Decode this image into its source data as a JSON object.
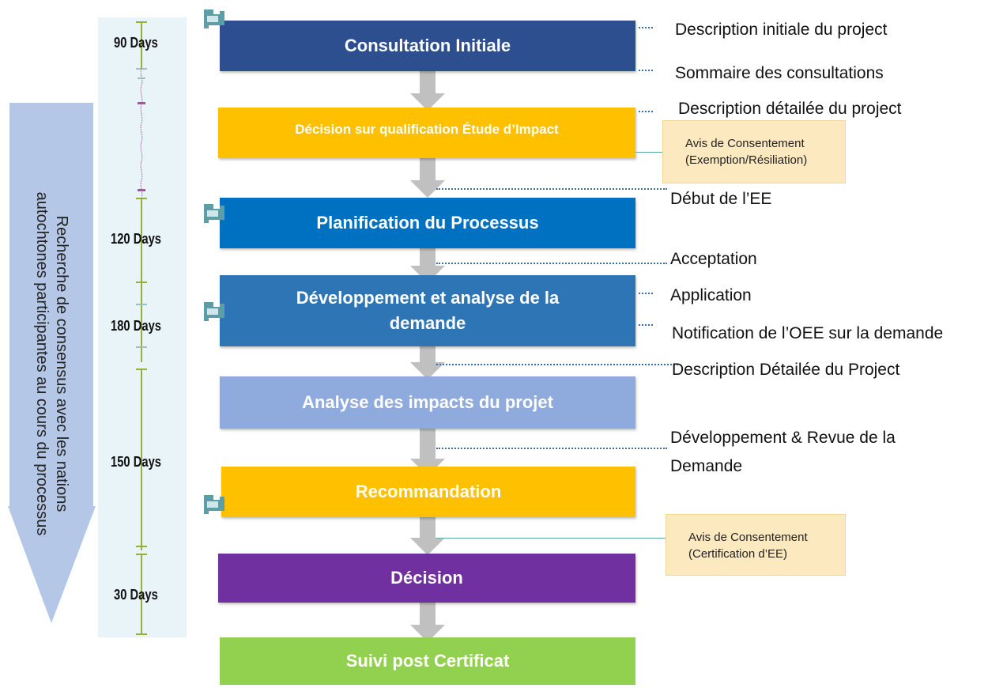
{
  "side_arrow": {
    "text_line1": "Recherche de consensus avec les nations",
    "text_line2": "autochtones participantes au cours du processus"
  },
  "timeline": {
    "days": [
      "90 Days",
      "120 Days",
      "180 Days",
      "150 Days",
      "30 Days"
    ]
  },
  "stages": [
    {
      "label": "Consultation Initiale",
      "color": "#2e4f8f"
    },
    {
      "label": "Décision sur qualification Étude d’Impact",
      "color": "#ffc000"
    },
    {
      "label": "Planification du Processus",
      "color": "#0070c0"
    },
    {
      "label_line1": "Développement et analyse de la",
      "label_line2": "demande",
      "color": "#2e75b6"
    },
    {
      "label": "Analyse des impacts du projet",
      "color": "#8faadc"
    },
    {
      "label": "Recommandation",
      "color": "#ffc000"
    },
    {
      "label": "Décision",
      "color": "#7030a0"
    },
    {
      "label": "Suivi post Certificat",
      "color": "#92d050"
    }
  ],
  "side_labels": [
    "Description initiale du project",
    "Sommaire des consultations",
    "Description détailée du project",
    "Début de l’EE",
    "Acceptation",
    "Application",
    "Notification de l’OEE sur la demande",
    "Description Détailée du Project",
    "Développement & Revue de la",
    "Demande"
  ],
  "notes": [
    {
      "line1": "Avis de Consentement",
      "line2": "(Exemption/Résiliation)"
    },
    {
      "line1": "Avis de Consentement",
      "line2": "(Certification d’EE)"
    }
  ]
}
